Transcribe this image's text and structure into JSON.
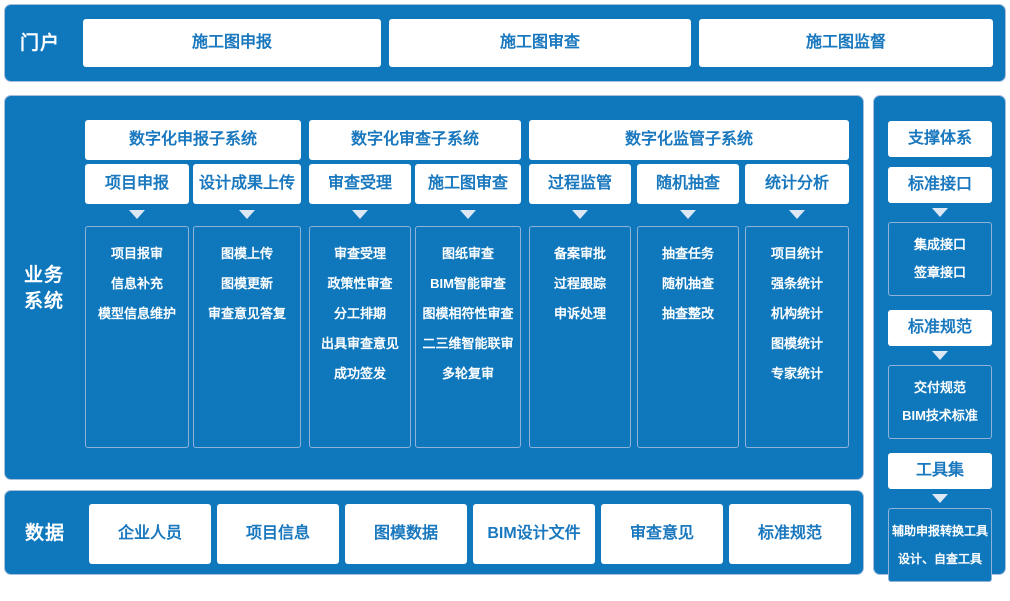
{
  "colors": {
    "panel_blue": "#0F78BD",
    "panel_border": "#A8BEDC",
    "card_white": "#FFFFFF",
    "card_text_blue": "#1A78BE",
    "outline_border": "#8FB3D8",
    "arrow": "#DDE8F4",
    "page_background": "#FFFFFF"
  },
  "portal": {
    "label": "门户",
    "cards": [
      {
        "label": "施工图申报"
      },
      {
        "label": "施工图审查"
      },
      {
        "label": "施工图监督"
      }
    ]
  },
  "business": {
    "label": "业务\n系统",
    "label_line1": "业务",
    "label_line2": "系统",
    "subsystems": [
      {
        "title": "数字化申报子系统",
        "functions": [
          {
            "name": "项目申报",
            "items": [
              "项目报审",
              "信息补充",
              "模型信息维护"
            ]
          },
          {
            "name": "设计成果上传",
            "items": [
              "图模上传",
              "图模更新",
              "审查意见答复"
            ]
          }
        ]
      },
      {
        "title": "数字化审查子系统",
        "functions": [
          {
            "name": "审查受理",
            "items": [
              "审查受理",
              "政策性审查",
              "分工排期",
              "出具审查意见",
              "成功签发"
            ]
          },
          {
            "name": "施工图审查",
            "items": [
              "图纸审查",
              "BIM智能审查",
              "图模相符性审查",
              "二三维智能联审",
              "多轮复审"
            ]
          }
        ]
      },
      {
        "title": "数字化监管子系统",
        "functions": [
          {
            "name": "过程监管",
            "items": [
              "备案审批",
              "过程跟踪",
              "申诉处理"
            ]
          },
          {
            "name": "随机抽查",
            "items": [
              "抽查任务",
              "随机抽查",
              "抽查整改"
            ]
          },
          {
            "name": "统计分析",
            "items": [
              "项目统计",
              "强条统计",
              "机构统计",
              "图模统计",
              "专家统计"
            ]
          }
        ]
      }
    ]
  },
  "support": {
    "heading": "支撑体系",
    "groups": [
      {
        "title": "标准接口",
        "items": [
          "集成接口",
          "签章接口"
        ]
      },
      {
        "title": "标准规范",
        "items": [
          "交付规范",
          "BIM技术标准"
        ]
      },
      {
        "title": "工具集",
        "items": [
          "辅助申报转换工具",
          "设计、自查工具"
        ]
      }
    ]
  },
  "data": {
    "label": "数据",
    "cards": [
      {
        "label": "企业人员"
      },
      {
        "label": "项目信息"
      },
      {
        "label": "图模数据"
      },
      {
        "label": "BIM设计文件"
      },
      {
        "label": "审查意见"
      },
      {
        "label": "标准规范"
      }
    ]
  }
}
